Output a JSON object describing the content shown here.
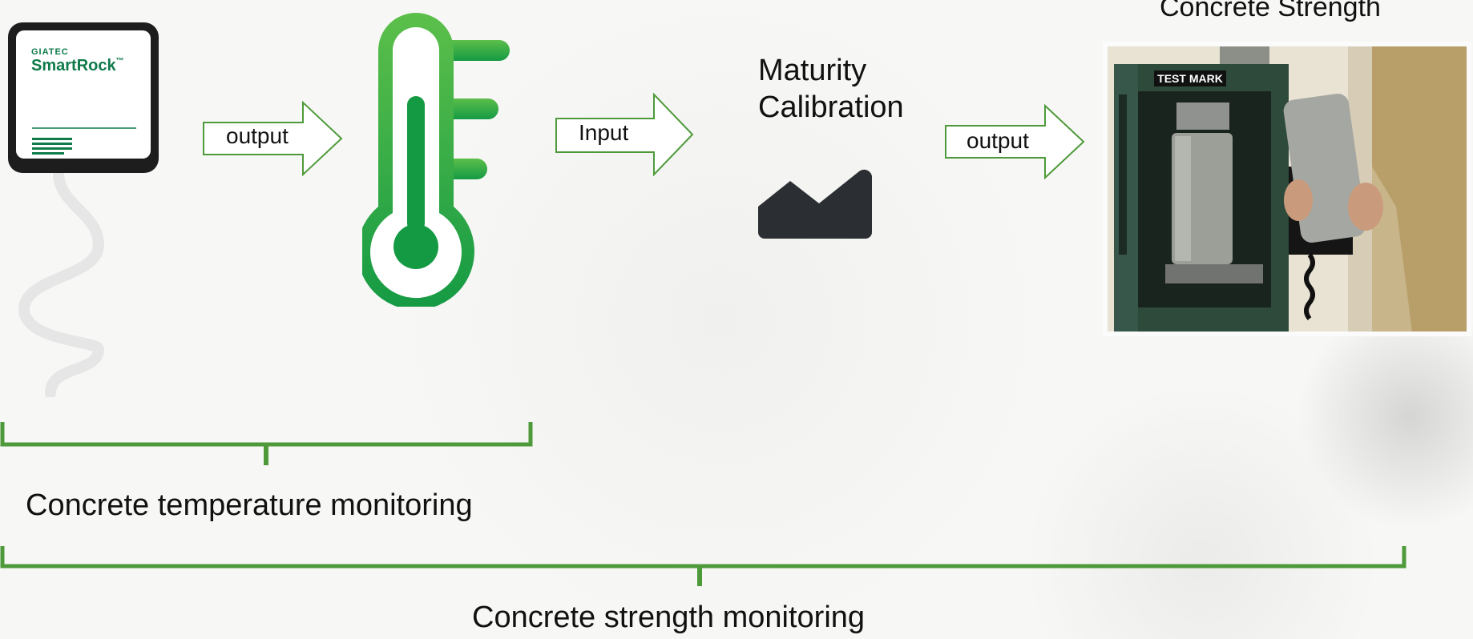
{
  "device": {
    "brand": "GIATEC",
    "product": "SmartRock",
    "tm": "™"
  },
  "arrows": {
    "first_output": "output",
    "input": "Input",
    "second_output": "output"
  },
  "maturity": {
    "line1": "Maturity",
    "line2": "Calibration"
  },
  "strength_title": "Concrete Strength",
  "photo": {
    "sign": "TEST MARK"
  },
  "brackets": {
    "temperature_label": "Concrete temperature monitoring",
    "strength_label": "Concrete strength monitoring"
  },
  "colors": {
    "accent_green": "#4e9a3a",
    "device_green": "#0f7a4a",
    "thermo_green": "#2aa845",
    "chart_icon": "#2b2f33"
  }
}
